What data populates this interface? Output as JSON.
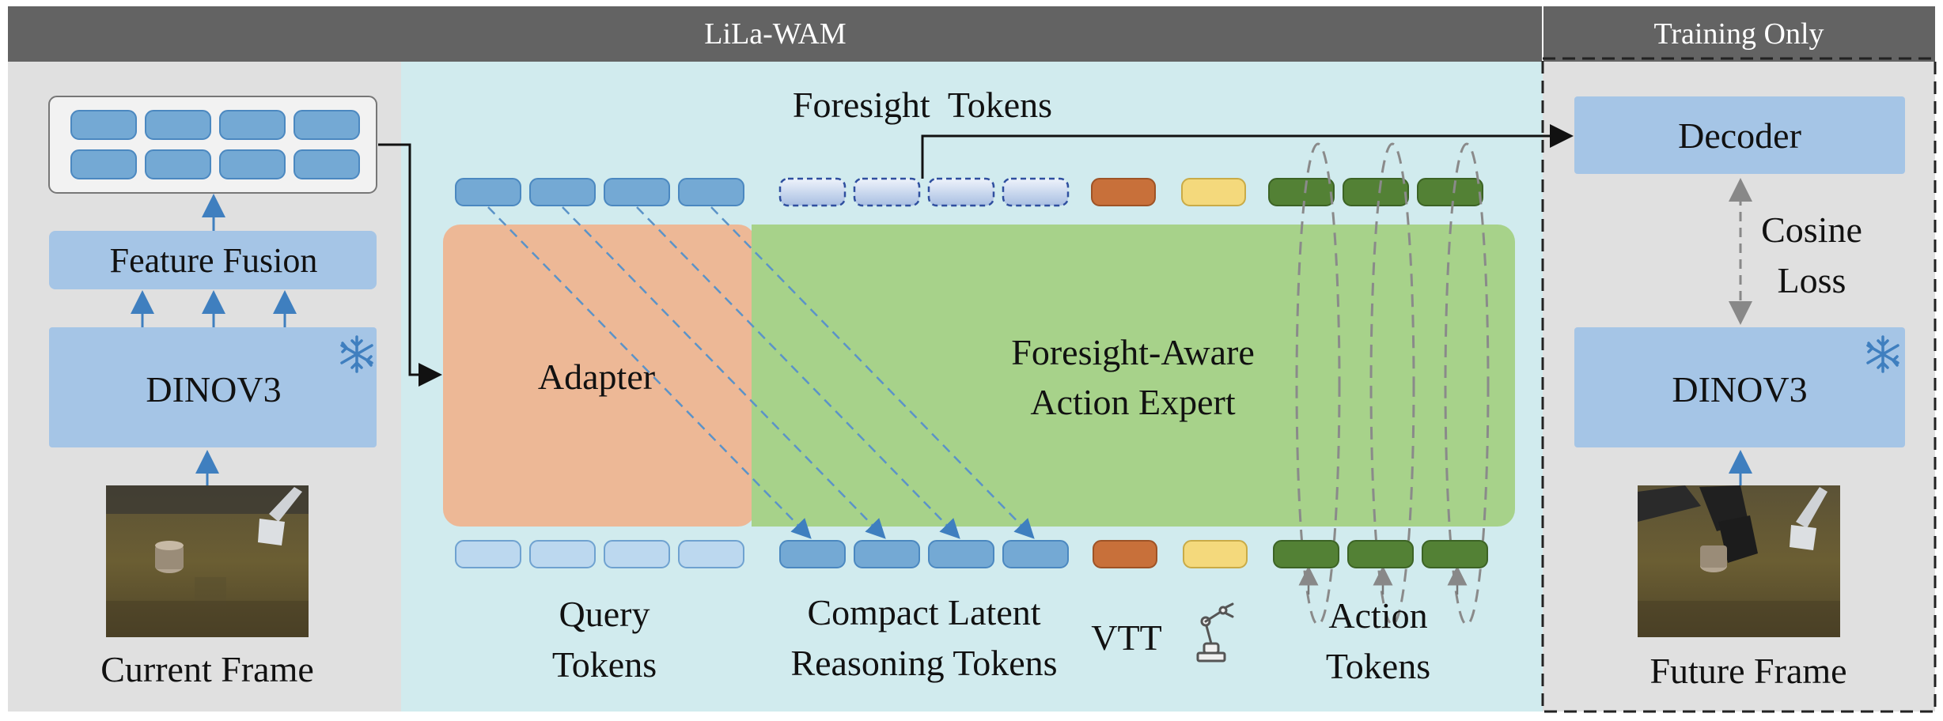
{
  "header": {
    "main_title": "LiLa-WAM",
    "side_title": "Training Only"
  },
  "left_panel": {
    "feature_fusion": "Feature Fusion",
    "encoder": "DINOV3",
    "frame_caption": "Current Frame",
    "frozen_icon": "snowflake-icon"
  },
  "center_panel": {
    "foresight_label": "Foresight  Tokens",
    "adapter": "Adapter",
    "expert_line1": "Foresight-Aware",
    "expert_line2": "Action Expert",
    "query_line1": "Query",
    "query_line2": "Tokens",
    "latent_line1": "Compact Latent",
    "latent_line2": "Reasoning Tokens",
    "vtt": "VTT",
    "robot_icon": "robot-arm-icon",
    "action_line1": "Action",
    "action_line2": "Tokens"
  },
  "right_panel": {
    "decoder": "Decoder",
    "loss_line1": "Cosine",
    "loss_line2": "Loss",
    "encoder": "DINOV3",
    "frame_caption": "Future Frame",
    "frozen_icon": "snowflake-icon"
  },
  "colors": {
    "header_bg": "#636363",
    "left_bg": "#e0e0e0",
    "center_bg": "#d1ebee",
    "right_bg": "#e0e0e0",
    "module_blue": "#a5c5e6",
    "token_blue": "#74a9d4",
    "token_light": "#bcd8ef",
    "adapter_orange": "#edb896",
    "expert_green": "#a7d28a",
    "token_orange": "#c8703a",
    "token_yellow": "#f4d97c",
    "token_green": "#538135"
  }
}
